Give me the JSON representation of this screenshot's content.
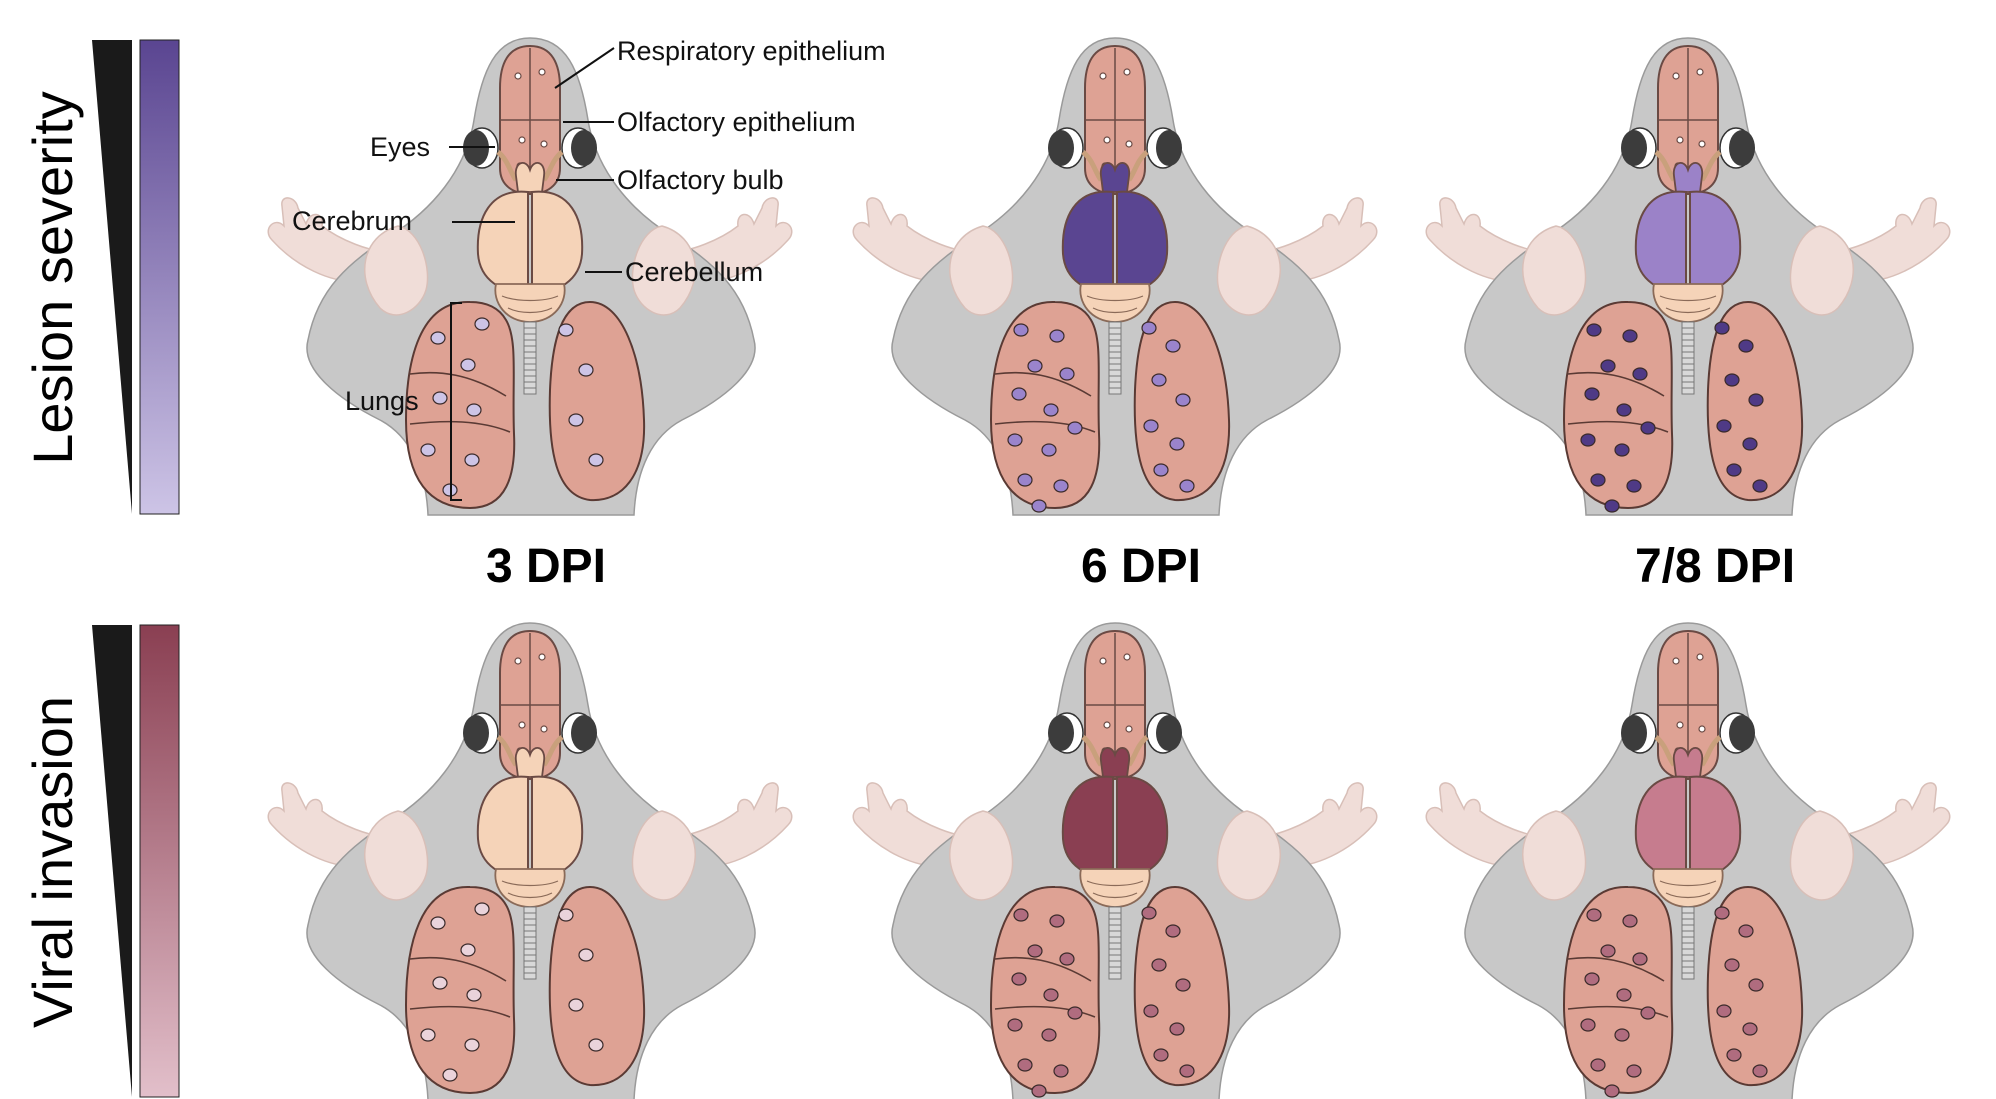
{
  "rows": [
    {
      "label": "Lesion severity",
      "gradient_top": "#5a4591",
      "gradient_bottom": "#cdc4e6"
    },
    {
      "label": "Viral invasion",
      "gradient_top": "#8a3f52",
      "gradient_bottom": "#e2bfca"
    }
  ],
  "timepoints": [
    "3 DPI",
    "6 DPI",
    "7/8 DPI"
  ],
  "annotations": {
    "respiratory_epithelium": "Respiratory epithelium",
    "olfactory_epithelium": "Olfactory epithelium",
    "eyes": "Eyes",
    "olfactory_bulb": "Olfactory bulb",
    "cerebrum": "Cerebrum",
    "cerebellum": "Cerebellum",
    "lungs": "Lungs"
  },
  "colors": {
    "body": "#c8c8c8",
    "body_outline": "#9a9a9a",
    "tissue": "#dea294",
    "brain_normal": "#f5d3b8",
    "limb": "#f0ddd8",
    "eye": "#3c3c3c"
  },
  "panels": [
    {
      "brain": "#f5d3b8",
      "spot": "#cdc4e6",
      "spots": "few"
    },
    {
      "brain": "#5a4591",
      "spot": "#9a84cc",
      "spots": "many"
    },
    {
      "brain": "#9b82c8",
      "spot": "#4f3a86",
      "spots": "many"
    },
    {
      "brain": "#f5d3b8",
      "spot": "#ead3db",
      "spots": "few"
    },
    {
      "brain": "#8a3f52",
      "spot": "#b06c7f",
      "spots": "many"
    },
    {
      "brain": "#c67c8e",
      "spot": "#b06c7f",
      "spots": "many"
    }
  ]
}
